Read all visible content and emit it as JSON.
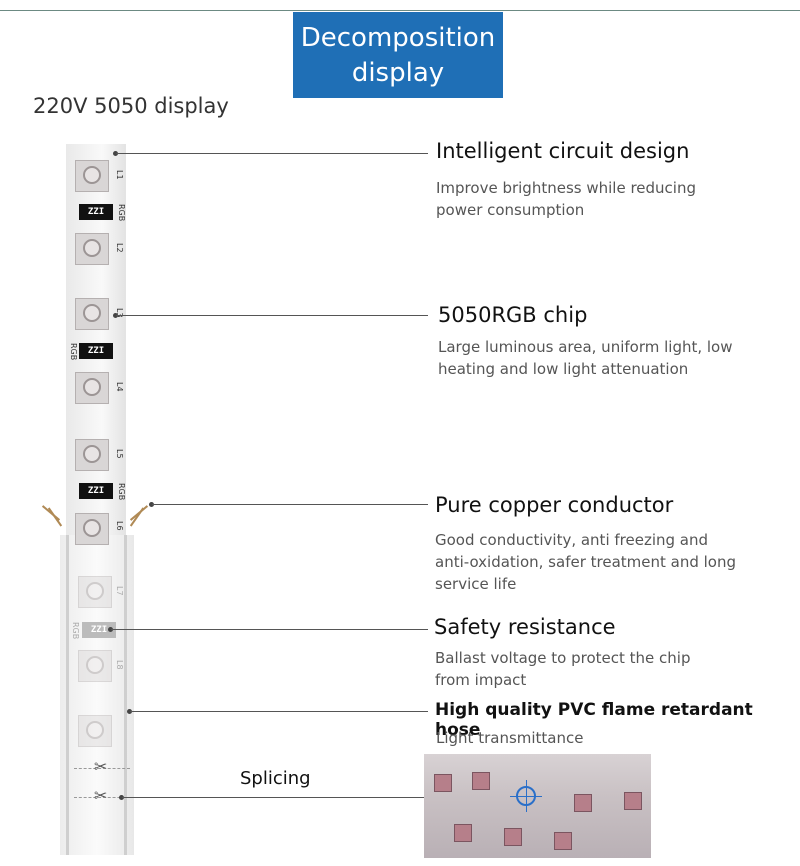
{
  "header": {
    "title_line1": "Decomposition",
    "title_line2": "display",
    "subtitle": "220V 5050 display"
  },
  "strip": {
    "led_labels": [
      "L1",
      "L2",
      "L3",
      "L4",
      "L5",
      "L6",
      "L7",
      "L8"
    ],
    "chip_text": "ZZI",
    "chip_tag": "RGB"
  },
  "callouts": [
    {
      "heading": "Intelligent circuit design",
      "desc_line1": "Improve brightness while reducing",
      "desc_line2": "power consumption",
      "desc_line3": ""
    },
    {
      "heading": "5050RGB chip",
      "desc_line1": "Large luminous area, uniform light, low",
      "desc_line2": "heating and low light attenuation",
      "desc_line3": ""
    },
    {
      "heading": "Pure copper conductor",
      "desc_line1": "Good conductivity, anti freezing and",
      "desc_line2": "anti-oxidation, safer treatment and long",
      "desc_line3": "service life"
    },
    {
      "heading": "Safety resistance",
      "desc_line1": "Ballast voltage to protect the chip",
      "desc_line2": "from impact",
      "desc_line3": ""
    },
    {
      "heading": "High quality PVC flame retardant hose",
      "desc_line1": "Light transmittance",
      "desc_line2": "",
      "desc_line3": ""
    }
  ],
  "splicing": {
    "label": "Splicing"
  },
  "colors": {
    "title_bg": "#1f6fb6",
    "line": "#555555"
  },
  "icons": {
    "cut_mark": "scissors-icon",
    "target": "crosshair-icon"
  }
}
